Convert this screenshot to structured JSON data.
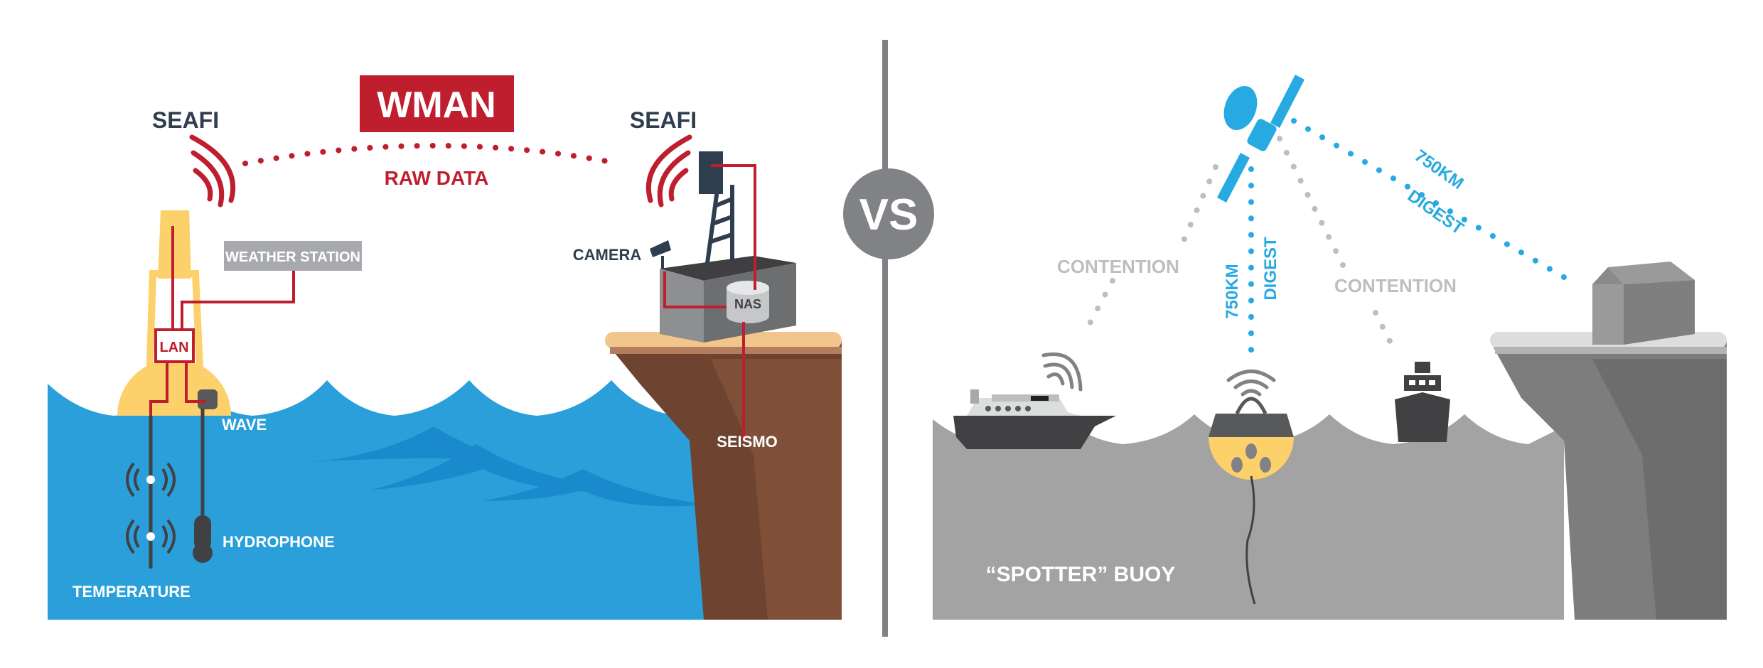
{
  "left": {
    "title": "WMAN",
    "seafi_left": "SEAFI",
    "seafi_right": "SEAFI",
    "link_label": "RAW DATA",
    "weather_station": "WEATHER STATION",
    "lan": "LAN",
    "camera": "CAMERA",
    "nas": "NAS",
    "wave": "WAVE",
    "seismo": "SEISMO",
    "hydrophone": "HYDROPHONE",
    "temperature": "TEMPERATURE"
  },
  "divider": {
    "label": "VS"
  },
  "right": {
    "contention_left": "CONTENTION",
    "contention_right": "CONTENTION",
    "vertical_distance": "750KM",
    "vertical_digest": "DIGEST",
    "diagonal_distance": "750KM",
    "diagonal_digest": "DIGEST",
    "buoy_label": "“SPOTTER” BUOY"
  },
  "colors": {
    "red": "#be1e2d",
    "sea_blue": "#2a9fda",
    "sat_blue": "#27aae1",
    "navy": "#2f3e4e",
    "gray_sea": "#a3a3a3",
    "brown": "#7a4c33",
    "yellow": "#fcd16c"
  }
}
